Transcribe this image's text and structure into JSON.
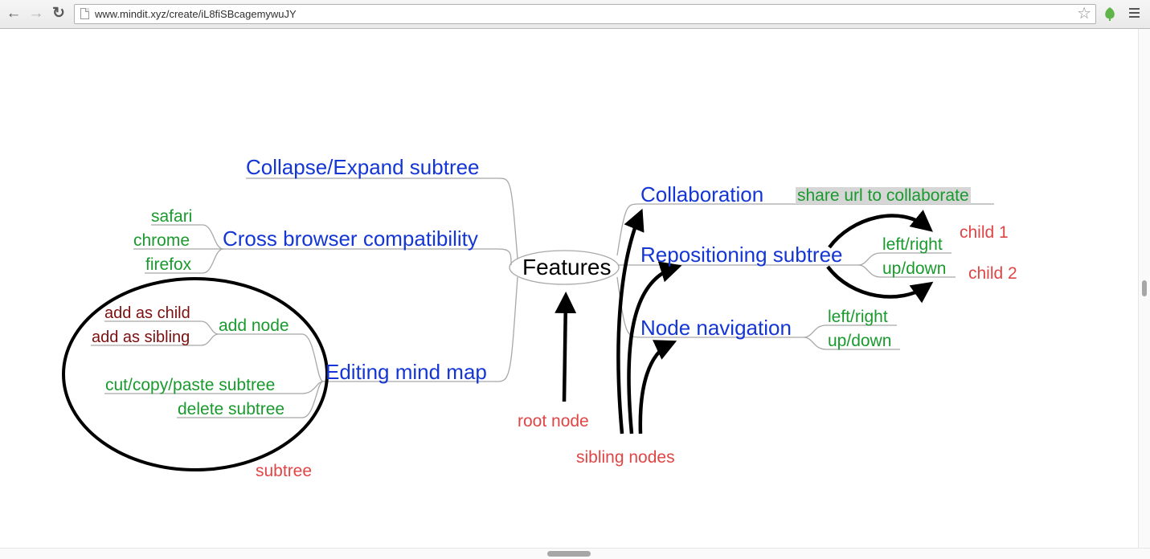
{
  "browser": {
    "url": "www.mindit.xyz/create/iL8fiSBcagemywuJY",
    "back_glyph": "←",
    "forward_glyph": "→",
    "reload_glyph": "↻",
    "star_glyph": "☆"
  },
  "colors": {
    "node_blue": "#1436d4",
    "node_green": "#1a9a2e",
    "node_darkred": "#7d0f0f",
    "annotation_red": "#e04545",
    "connector_gray": "#a8a8a8"
  },
  "mindmap": {
    "root": "Features",
    "left": {
      "collapse_expand": "Collapse/Expand subtree",
      "cross_browser": "Cross browser compatibility",
      "safari": "safari",
      "chrome": "chrome",
      "firefox": "firefox",
      "editing": "Editing mind map",
      "add_node": "add node",
      "add_as_child": "add as child",
      "add_as_sibling": "add as sibling",
      "cut_copy_paste": "cut/copy/paste subtree",
      "delete_subtree": "delete subtree"
    },
    "right": {
      "collaboration": "Collaboration",
      "share_url": "share url to collaborate",
      "repositioning": "Repositioning subtree",
      "repos_left_right": "left/right",
      "repos_up_down": "up/down",
      "node_navigation": "Node navigation",
      "nav_left_right": "left/right",
      "nav_up_down": "up/down"
    }
  },
  "annotations": {
    "root_node": "root node",
    "sibling_nodes": "sibling nodes",
    "subtree": "subtree",
    "child_1": "child 1",
    "child_2": "child 2"
  }
}
